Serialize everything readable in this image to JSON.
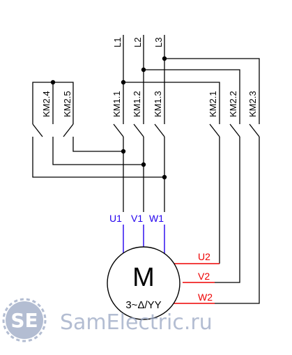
{
  "lines": {
    "l1": "L1",
    "l2": "L2",
    "l3": "L3"
  },
  "contacts": {
    "km24": "KM2.4",
    "km25": "KM2.5",
    "km11": "KM1.1",
    "km12": "KM1.2",
    "km13": "KM1.3",
    "km21": "KM2.1",
    "km22": "KM2.2",
    "km23": "KM2.3"
  },
  "motor": {
    "symbol": "M",
    "connection": "3~Δ/YY",
    "terminals_1": [
      "U1",
      "V1",
      "W1"
    ],
    "terminals_2": [
      "U2",
      "V2",
      "W2"
    ]
  },
  "watermark": {
    "logo": "SE",
    "text": "SamElectric.ru"
  },
  "colors": {
    "wire": "#000000",
    "terminals_1": "#2200ee",
    "terminals_2": "#ee0000",
    "watermark": "#9aa7c4"
  }
}
